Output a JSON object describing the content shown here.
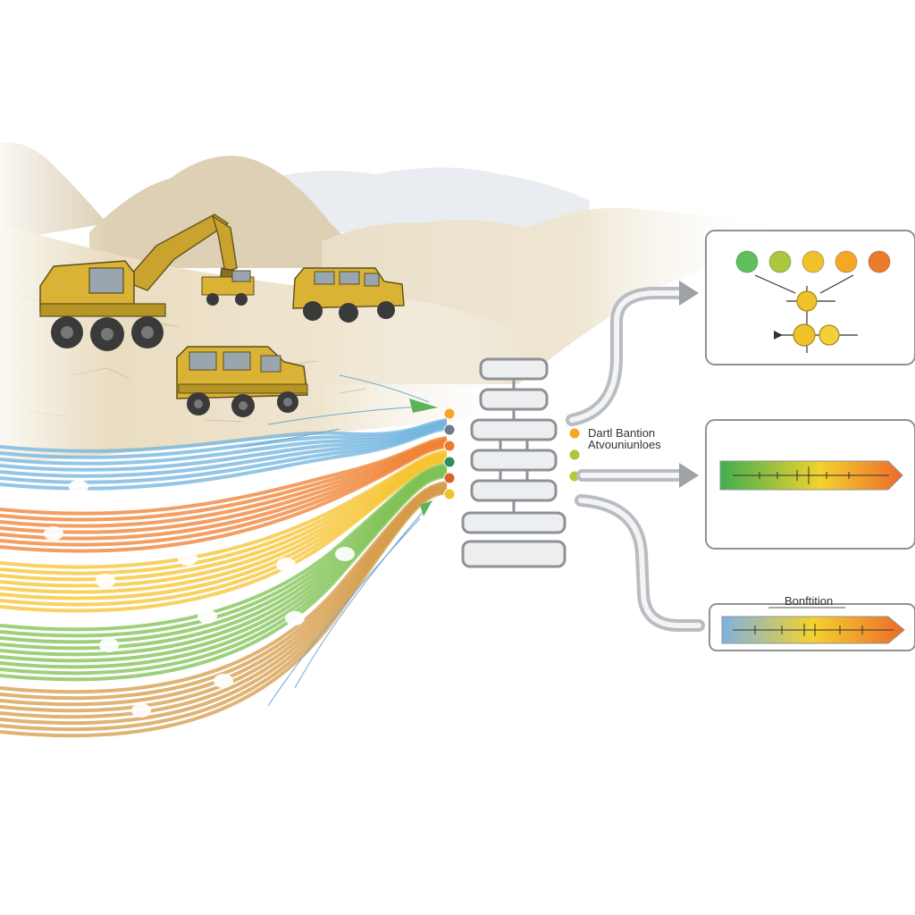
{
  "labels": {
    "hub_line1": "Dartl Bantion",
    "hub_line2": "Atvouniunloes",
    "bottom_panel": "Bonftition"
  },
  "colors": {
    "stream_blue": "#6fb3de",
    "stream_orange": "#ef7d2e",
    "stream_yellow": "#f5c12b",
    "stream_green": "#7cc04f",
    "stream_tan": "#d49a45",
    "machine_yellow": "#d9b236",
    "hub_gray": "#8e9196",
    "arrow_gray": "#b9bcc1",
    "terrain": "#e8dcc4"
  },
  "top_panel": {
    "dots": [
      {
        "color": "#5fbf5a"
      },
      {
        "color": "#a9c83c"
      },
      {
        "color": "#f0c22a"
      },
      {
        "color": "#f4a825"
      },
      {
        "color": "#ee7a2b"
      }
    ]
  },
  "gauges": {
    "middle": {
      "from": "#3fae4f",
      "mid": "#f2d22e",
      "to": "#ee6a2a"
    },
    "bottom": {
      "from": "#7fb2e0",
      "mid": "#f2d22e",
      "to": "#ee6a2a"
    }
  },
  "inlet_dots": [
    {
      "color": "#f4a825"
    },
    {
      "color": "#6c7a89"
    },
    {
      "color": "#ee7a2b"
    },
    {
      "color": "#2f8f5a"
    },
    {
      "color": "#d9622b"
    },
    {
      "color": "#f0c22a"
    }
  ],
  "outlet_dots": [
    {
      "color": "#f4a825"
    },
    {
      "color": "#a9c83c"
    },
    {
      "color": "#b7c93a"
    }
  ]
}
